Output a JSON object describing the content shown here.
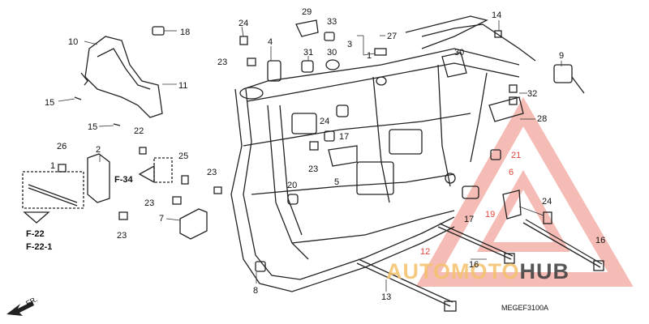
{
  "diagram_code": "MEGEF3100A",
  "direction_label": "FR.",
  "watermark": {
    "brand_part1": "AUTOMOTO",
    "brand_part2": "HUB",
    "accent": "#e0463a",
    "dark": "#3a3a3a"
  },
  "refs": {
    "f34": "F-34",
    "f22": "F-22",
    "f22_1": "F-22-1"
  },
  "callouts": {
    "c1": "1",
    "c2": "2",
    "c3": "3",
    "c4": "4",
    "c5": "5",
    "c6": "6",
    "c7": "7",
    "c8": "8",
    "c9": "9",
    "c10": "10",
    "c11": "11",
    "c12": "12",
    "c13": "13",
    "c14": "14",
    "c15a": "15",
    "c15b": "15",
    "c16a": "16",
    "c16b": "16",
    "c17a": "17",
    "c17b": "17",
    "c18": "18",
    "c19": "19",
    "c20": "20",
    "c21": "21",
    "c22": "22",
    "c23a": "23",
    "c23b": "23",
    "c23c": "23",
    "c23d": "23",
    "c23e": "23",
    "c24a": "24",
    "c24b": "24",
    "c24c": "24",
    "c25": "25",
    "c26": "26",
    "c27": "27",
    "c28": "28",
    "c29": "29",
    "c30a": "30",
    "c30b": "30",
    "c31": "31",
    "c32": "32",
    "c33": "33"
  }
}
